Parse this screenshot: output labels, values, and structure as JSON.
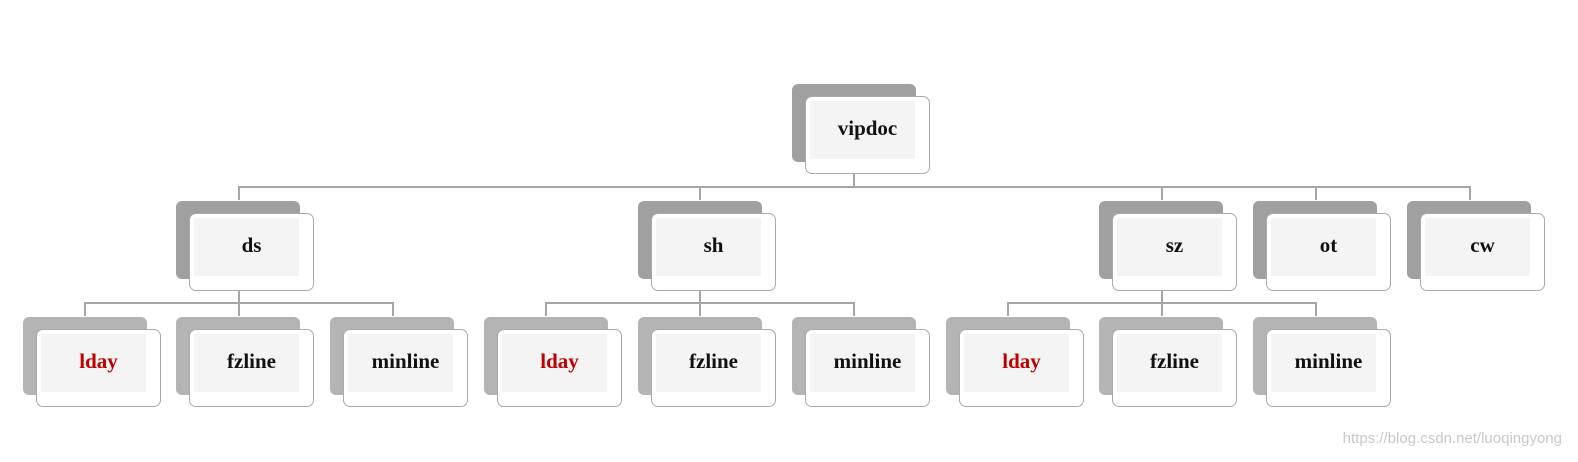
{
  "root": {
    "label": "vipdoc"
  },
  "groups": [
    {
      "label": "ds",
      "children": [
        {
          "label": "lday"
        },
        {
          "label": "fzline"
        },
        {
          "label": "minline"
        }
      ]
    },
    {
      "label": "sh",
      "children": [
        {
          "label": "lday"
        },
        {
          "label": "fzline"
        },
        {
          "label": "minline"
        }
      ]
    },
    {
      "label": "sz",
      "children": [
        {
          "label": "lday"
        },
        {
          "label": "fzline"
        },
        {
          "label": "minline"
        }
      ]
    },
    {
      "label": "ot",
      "children": []
    },
    {
      "label": "cw",
      "children": []
    }
  ],
  "highlight_label": "lday",
  "colors": {
    "highlight_text": "#c00000",
    "text": "#111111",
    "connector": "#a6a6a6"
  },
  "watermark": "https://blog.csdn.net/luoqingyong"
}
